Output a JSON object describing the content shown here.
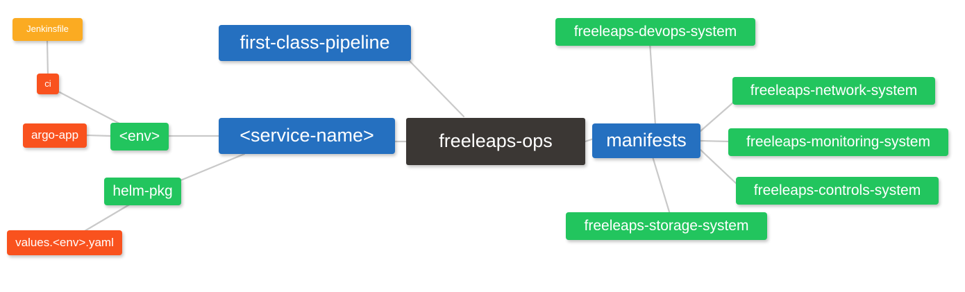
{
  "diagram": {
    "type": "mindmap",
    "title": "freeleaps-ops",
    "background": "#ffffff",
    "edge_color": "#c9c9c9",
    "palette": {
      "root": "#3b3734",
      "blue": "#2570c0",
      "green": "#22c55e",
      "orange": "#fbab22",
      "red": "#f9521e",
      "text": "#ffffff"
    }
  },
  "nodes": {
    "root": {
      "label": "freeleaps-ops"
    },
    "service_name": {
      "label": "<service-name>"
    },
    "first_class_pipeline": {
      "label": "first-class-pipeline"
    },
    "manifests": {
      "label": "manifests"
    },
    "env": {
      "label": "<env>"
    },
    "helm_pkg": {
      "label": "helm-pkg"
    },
    "ci": {
      "label": "ci"
    },
    "argo_app": {
      "label": "argo-app"
    },
    "jenkinsfile": {
      "label": "Jenkinsfile"
    },
    "values_yaml": {
      "label": "values.<env>.yaml"
    },
    "devops_system": {
      "label": "freeleaps-devops-system"
    },
    "network_system": {
      "label": "freeleaps-network-system"
    },
    "monitoring_system": {
      "label": "freeleaps-monitoring-system"
    },
    "controls_system": {
      "label": "freeleaps-controls-system"
    },
    "storage_system": {
      "label": "freeleaps-storage-system"
    }
  }
}
